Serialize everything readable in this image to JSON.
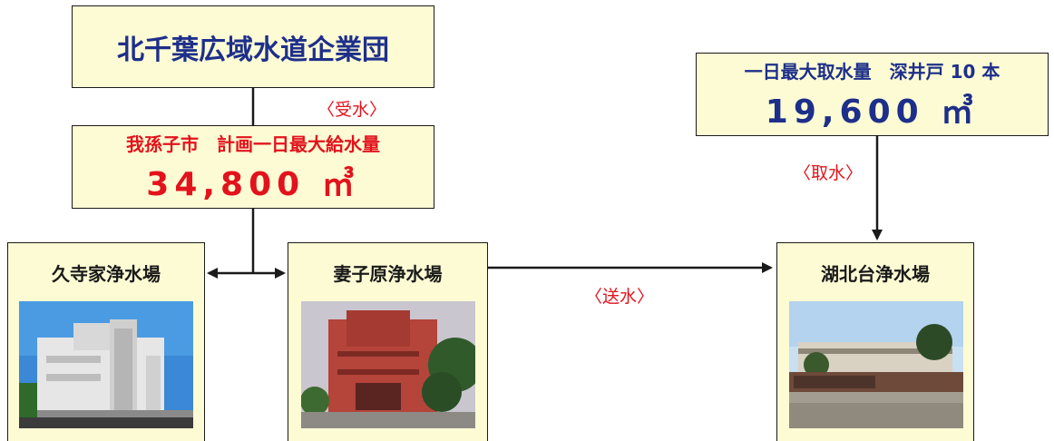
{
  "supplier": {
    "name": "北千葉広域水道企業団"
  },
  "labels": {
    "receive": "〈受水〉",
    "intake": "〈取水〉",
    "send": "〈送水〉"
  },
  "city_plan": {
    "title": "我孫子市　計画一日最大給水量",
    "amount": "34,800 ㎥"
  },
  "wells": {
    "title": "一日最大取水量　深井戸 10 本",
    "amount": "19,600 ㎥"
  },
  "plants": [
    {
      "name": "久寺家浄水場"
    },
    {
      "name": "妻子原浄水場"
    },
    {
      "name": "湖北台浄水場"
    }
  ],
  "colors": {
    "box_fill": "#fdfbd4",
    "navy": "#1d2f8a",
    "red": "#e2131c"
  }
}
